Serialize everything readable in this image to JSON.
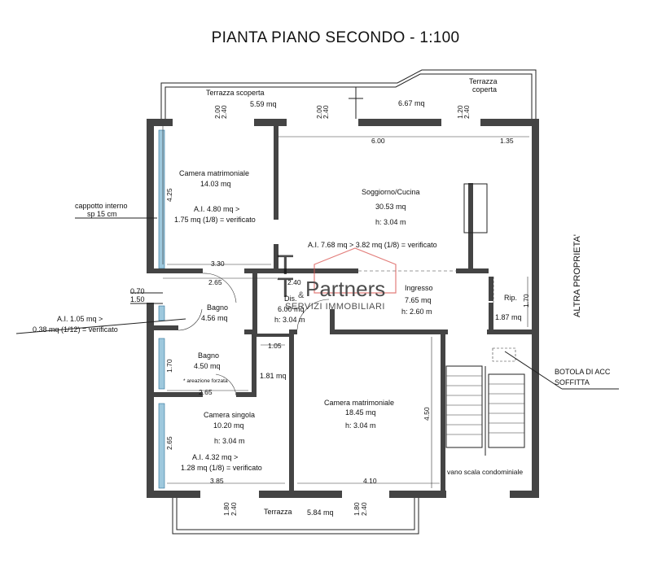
{
  "title": "PIANTA PIANO SECONDO - 1:100",
  "watermark": {
    "line1": "T",
    "brand": "Partners",
    "amp": "&",
    "subtitle": "SERVIZI IMMOBILIARI"
  },
  "labels": {
    "cappotto": [
      "cappotto interno",
      "sp 15 cm"
    ],
    "aero": [
      "A.I. 1.05 mq >",
      "0.38 mq (1/12) = verificato"
    ],
    "d070": "0.70",
    "d150": "1.50",
    "altra": "ALTRA PROPRIETA'",
    "botola": [
      "BOTOLA DI ACC",
      "SOFFITTA"
    ]
  },
  "rooms": {
    "terrazza_scoperta": {
      "name": "Terrazza scoperta",
      "area": "5.59 mq"
    },
    "terrazza_coperta": {
      "name": [
        "Terrazza",
        "coperta"
      ],
      "area": "6.67 mq"
    },
    "camera_matrimoniale_1": {
      "name": "Camera matrimoniale",
      "area": "14.03 mq",
      "ai": [
        "A.I. 4.80 mq >",
        "1.75 mq (1/8) = verificato"
      ]
    },
    "soggiorno": {
      "name": "Soggiorno/Cucina",
      "area": "30.53 mq",
      "h": "h: 3.04 m",
      "ai": "A.I. 7.68 mq > 3.82 mq (1/8) = verificato"
    },
    "ingresso": {
      "name": "Ingresso",
      "area": "7.65 mq",
      "h": "h: 2.60 m"
    },
    "rip": {
      "name": "Rip.",
      "area": "1.87 mq"
    },
    "dis": {
      "name": "Dis.",
      "area": "6.00 mq",
      "h": "h: 3.04 m"
    },
    "bagno_1": {
      "name": "Bagno",
      "area": "4.56 mq"
    },
    "bagno_2": {
      "name": "Bagno",
      "area": "4.50 mq",
      "note": "* areazione forzata"
    },
    "closet": {
      "area": "1.81 mq"
    },
    "camera_matrimoniale_2": {
      "name": "Camera matrimoniale",
      "area": "18.45 mq",
      "h": "h: 3.04 m"
    },
    "camera_singola": {
      "name": "Camera singola",
      "area": "10.20 mq",
      "h": "h: 3.04 m",
      "ai": [
        "A.I. 4.32 mq >",
        "1.28 mq (1/8) = verificato"
      ]
    },
    "vano_scala": {
      "name": "vano scala condominiale"
    },
    "terrazza_sud": {
      "name": "Terrazza",
      "area": "5.84 mq"
    }
  },
  "dims": {
    "d600": "6.00",
    "d135": "1.35",
    "d425": "4.25",
    "d330": "3.30",
    "d265a": "2.65",
    "d240": "2.40",
    "d105": "1.05",
    "d170a": "1.70",
    "d265b": "2.65",
    "d265c": "2.65",
    "d385": "3.85",
    "d410": "4.10",
    "d450": "4.50",
    "d170b": "1.70",
    "w200a": "2.00",
    "w240a": "2.40",
    "w200b": "2.00",
    "w240b": "2.40",
    "w120": "1.20",
    "w240c": "2.40",
    "w180a": "1.80",
    "w240d": "2.40",
    "w180b": "1.80",
    "w240e": "2.40"
  }
}
